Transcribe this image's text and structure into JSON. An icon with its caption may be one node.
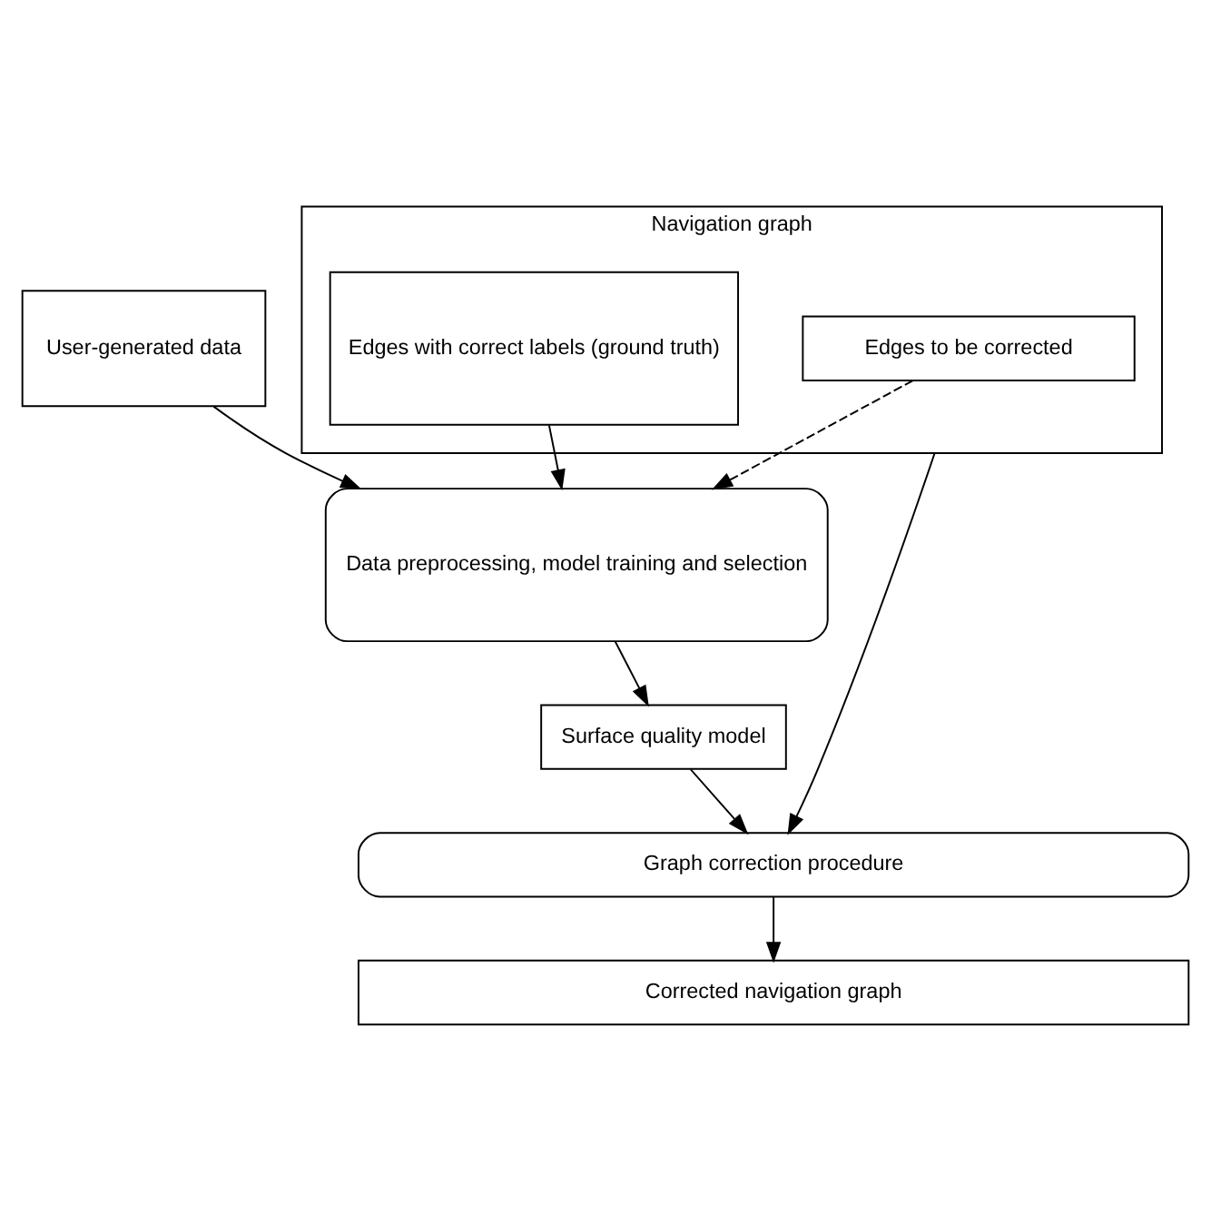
{
  "diagram": {
    "nodes": [
      {
        "text": [
          "Navigation graph"
        ]
      },
      {
        "text": [
          "Edges with correct labels (ground truth)"
        ],
        "in": 0
      },
      {
        "text": [
          "Edges to be corrected"
        ],
        "in": 0
      },
      {
        "text": [
          "User-generated data"
        ]
      },
      {
        "text": [
          "Data preprocessing, model training and selection"
        ]
      },
      {
        "text": [
          "Surface quality model"
        ]
      },
      {
        "text": [
          "Graph correction procedure"
        ]
      },
      {
        "text": [
          "Corrected navigation graph"
        ]
      }
    ],
    "edges": [
      {
        "from": 3,
        "to": 4,
        "arrow": "to"
      },
      {
        "from": 1,
        "to": 4,
        "arrow": "to"
      },
      {
        "from": 2,
        "to": 4,
        "arrow": "to",
        "style": "dashed"
      },
      {
        "from": 4,
        "to": 5,
        "arrow": "to"
      },
      {
        "from": 0,
        "to": 6,
        "arrow": "to"
      },
      {
        "from": 5,
        "to": 6,
        "arrow": "to"
      },
      {
        "from": 6,
        "to": 7,
        "arrow": "to"
      }
    ]
  }
}
